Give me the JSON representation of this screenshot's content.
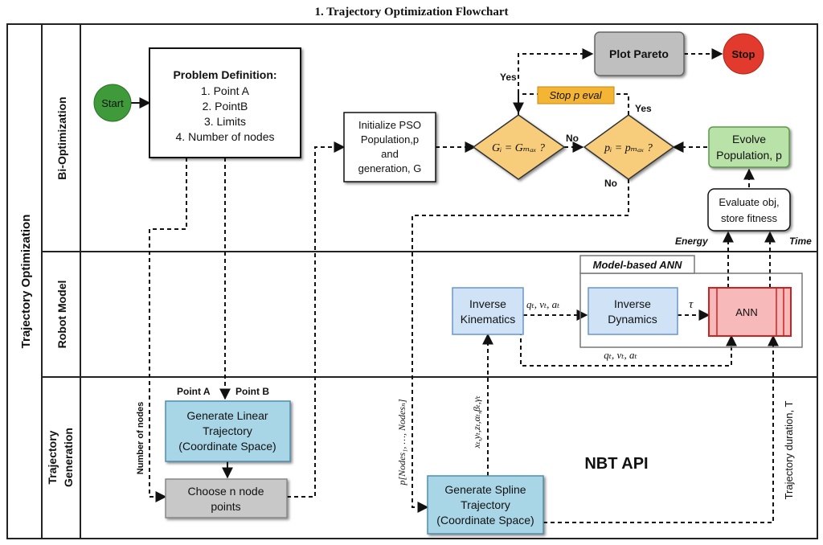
{
  "title": "1. Trajectory Optimization Flowchart",
  "lanes": {
    "outer": "Trajectory Optimization",
    "bi_optimization": "Bi-Optimization",
    "robot_model": "Robot Model",
    "trajectory_generation_line1": "Trajectory",
    "trajectory_generation_line2": "Generation"
  },
  "nodes": {
    "start": "Start",
    "stop": "Stop",
    "plot_pareto": "Plot Pareto",
    "problem_definition": {
      "heading": "Problem Definition:",
      "items": [
        "1. Point A",
        "2. PointB",
        "3. Limits",
        "4. Number of nodes"
      ]
    },
    "init_pso": [
      "Initialize PSO",
      "Population,p",
      "and",
      "generation, G"
    ],
    "stop_p_eval": "Stop p eval",
    "decision_g": "Gᵢ = Gₘₐₓ ?",
    "decision_p": "pᵢ = pₘₐₓ ?",
    "evolve": [
      "Evolve",
      "Population, p"
    ],
    "evaluate": [
      "Evaluate obj,",
      "store fitness"
    ],
    "model_based_ann": "Model-based ANN",
    "inverse_kinematics": [
      "Inverse",
      "Kinematics"
    ],
    "inverse_dynamics": [
      "Inverse",
      "Dynamics"
    ],
    "ann": "ANN",
    "generate_linear": [
      "Generate Linear",
      "Trajectory",
      "(Coordinate Space)"
    ],
    "choose_nodes": [
      "Choose n node",
      "points"
    ],
    "generate_spline": [
      "Generate Spline",
      "Trajectory",
      "(Coordinate Space)"
    ],
    "nbt_api": "NBT API"
  },
  "labels": {
    "yes_left": "Yes",
    "yes_right": "Yes",
    "no_mid": "No",
    "no_bottom": "No",
    "energy": "Energy",
    "time": "Time",
    "q_v_a_top": "qₜ, vₜ, aₜ",
    "tau": "τ",
    "q_v_a_bottom": "qₜ, vₜ, aₜ",
    "point_a": "Point A",
    "point_b": "Point B",
    "number_of_nodes": "Number of nodes",
    "nodes_vector": "p[Nodes₁, …, Nodesₙ]",
    "spline_params": "xₜ,yₜ,zₜ,αₜ,βₜ,γₜ",
    "trajectory_duration": "Trajectory duration, T"
  },
  "colors": {
    "start": "#3f9a3a",
    "stop": "#e23b2e",
    "plot_pareto": "#bfbfbf",
    "decision": "#f7cd7c",
    "stop_p_eval": "#f5b534",
    "evolve": "#b9e2a8",
    "kinematics": "#cfe2f6",
    "ann": "#f7b9b9",
    "ann_border": "#cc2222",
    "linear": "#a9d6e6",
    "choose": "#c8c8c8",
    "nbt": "#ff3b3b"
  }
}
